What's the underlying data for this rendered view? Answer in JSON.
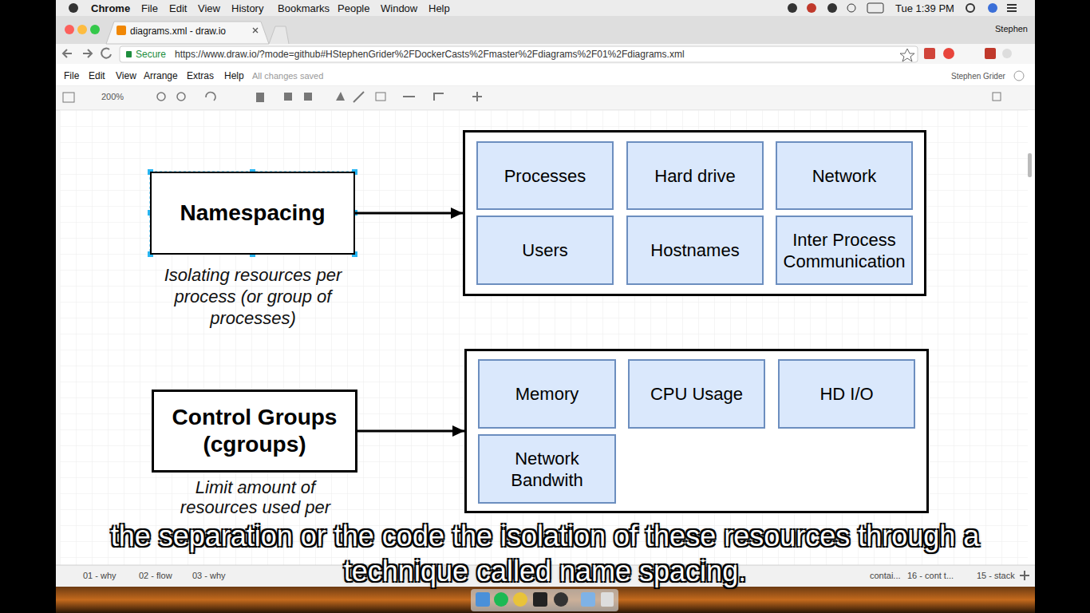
{
  "diagram": {
    "nodes": [
      {
        "text": [
          "Namespacing"
        ]
      },
      {
        "text": []
      },
      {
        "text": [
          "Processes"
        ],
        "in": 1
      },
      {
        "text": [
          "Hard drive"
        ],
        "in": 1
      },
      {
        "text": [
          "Network"
        ],
        "in": 1
      },
      {
        "text": [
          "Users"
        ],
        "in": 1
      },
      {
        "text": [
          "Hostnames"
        ],
        "in": 1
      },
      {
        "text": [
          "Inter Process Communication"
        ],
        "in": 1
      },
      {
        "text": [
          "Control Groups (cgroups)"
        ]
      },
      {
        "text": []
      },
      {
        "text": [
          "Memory"
        ],
        "in": 9
      },
      {
        "text": [
          "CPU Usage"
        ],
        "in": 9
      },
      {
        "text": [
          "HD I/O"
        ],
        "in": 9
      },
      {
        "text": [
          "Network Bandwith"
        ],
        "in": 9
      }
    ],
    "edges": [
      {
        "from": 0,
        "to": 1,
        "arrow": "to"
      },
      {
        "from": 8,
        "to": 9,
        "arrow": "to"
      }
    ],
    "labels": [
      "Chrome",
      "File",
      "Edit",
      "View",
      "History",
      "Bookmarks",
      "People",
      "Window",
      "Help",
      "Tue 1:39 PM",
      "diagrams.xml - draw.io",
      "Stephen",
      "Secure",
      "https://www.draw.io/?mode=github#HStephenGrider%2FDockerCasts%2Fmaster%2Fdiagrams%2F01%2Fdiagrams.xml",
      "File",
      "Edit",
      "View",
      "Arrange",
      "Extras",
      "Help",
      "All changes saved",
      "Stephen Grider",
      "200%",
      "Isolating resources per process (or group of processes)",
      "Limit amount of resources used per",
      "the separation or the code the isolation of these resources through a technique called name spacing.",
      "01 - why",
      "02 - flow",
      "03 - why",
      "contai...",
      "16 - cont t...",
      "15 - stack"
    ]
  }
}
